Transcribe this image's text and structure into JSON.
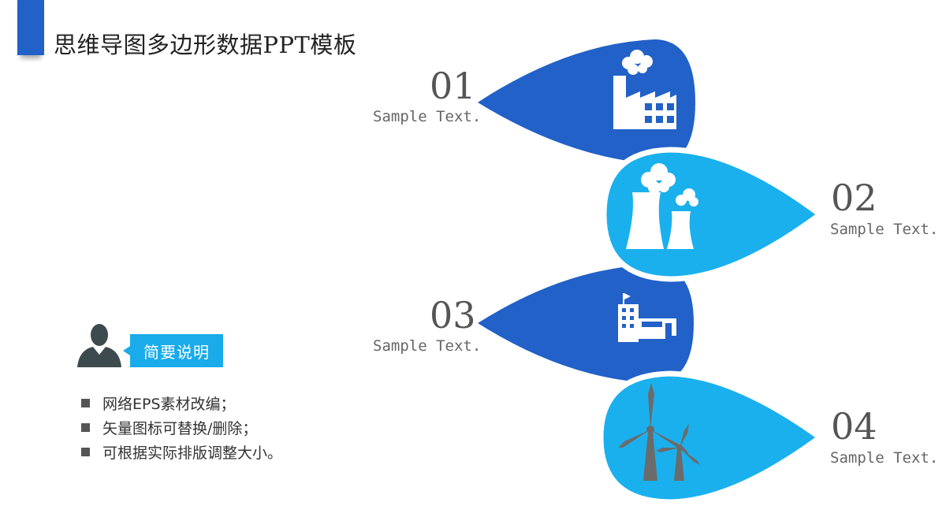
{
  "header": {
    "title": "思维导图多边形数据PPT模板"
  },
  "items": [
    {
      "number": "01",
      "text": "Sample Text.",
      "icon": "factory-icon"
    },
    {
      "number": "02",
      "text": "Sample Text.",
      "icon": "power-plant-icon"
    },
    {
      "number": "03",
      "text": "Sample Text.",
      "icon": "water-treatment-icon"
    },
    {
      "number": "04",
      "text": "Sample Text.",
      "icon": "wind-turbine-icon"
    }
  ],
  "summary": {
    "label": "简要说明",
    "points": [
      "网络EPS素材改编；",
      "矢量图标可替换/删除；",
      "可根据实际排版调整大小。"
    ]
  },
  "colors": {
    "dark_blue": "#2161c8",
    "light_blue": "#1aabea",
    "icon_gray": "#6b6b6b"
  }
}
